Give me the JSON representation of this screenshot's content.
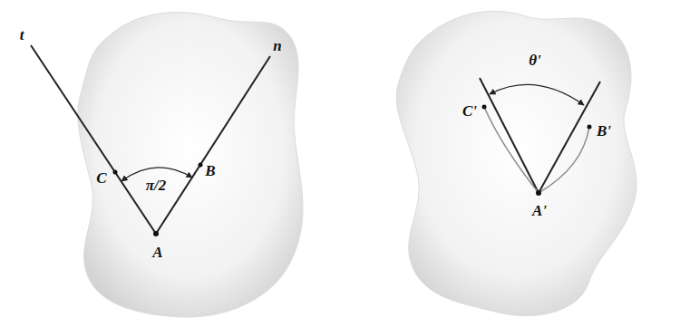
{
  "diagram": {
    "labels": [
      "t",
      "n",
      "C",
      "B",
      "π/2",
      "A",
      "C'",
      "B'",
      "A'",
      "θ'"
    ]
  }
}
